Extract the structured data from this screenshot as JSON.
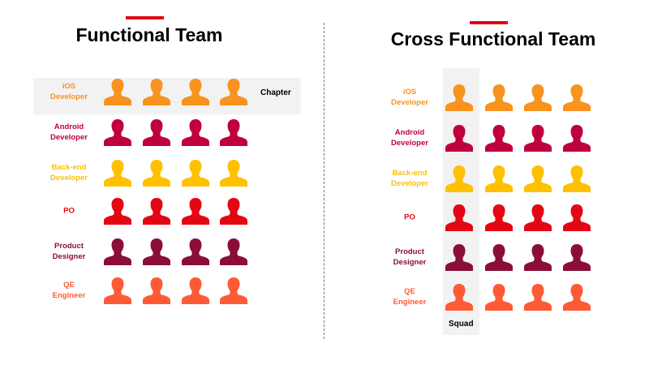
{
  "functional": {
    "title": "Functional Team",
    "highlight_label": "Chapter"
  },
  "cross": {
    "title": "Cross Functional Team",
    "highlight_label": "Squad"
  },
  "roles": [
    {
      "label": "iOS\nDeveloper",
      "color": "#F7931E",
      "count": 4
    },
    {
      "label": "Android\nDeveloper",
      "color": "#C0003C",
      "count": 4
    },
    {
      "label": "Back-end\nDeveloper",
      "color": "#FFC000",
      "count": 4
    },
    {
      "label": "PO",
      "color": "#E30613",
      "count": 4
    },
    {
      "label": "Product\nDesigner",
      "color": "#8B0E3A",
      "count": 4
    },
    {
      "label": "QE\nEngineer",
      "color": "#FF5A36",
      "count": 4
    }
  ],
  "accent": "#E30613",
  "icon": "person-silhouette-icon"
}
